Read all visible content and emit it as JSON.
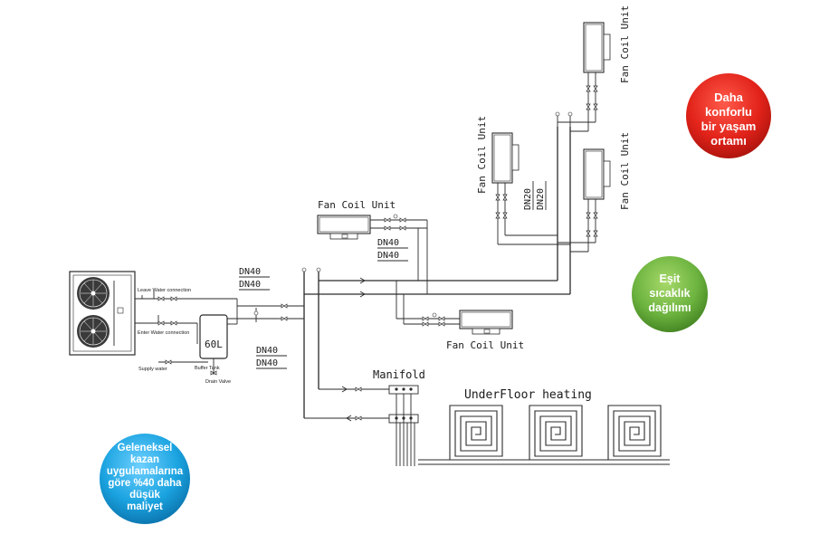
{
  "labels": {
    "fcu_mid": "Fan Coil Unit",
    "fcu_lower": "Fan Coil Unit",
    "fcu_vertical_left": "Fan Coil Unit",
    "fcu_vertical_top": "Fan Coil Unit",
    "fcu_vertical_right": "Fan Coil Unit",
    "dn20_a": "DN20",
    "dn20_b": "DN20",
    "dn40_mid_a": "DN40",
    "dn40_mid_b": "DN40",
    "dn40_left_a": "DN40",
    "dn40_left_b": "DN40",
    "dn40_low_a": "DN40",
    "dn40_low_b": "DN40",
    "tank_volume": "60L",
    "manifold": "Manifold",
    "underfloor": "UnderFloor heating",
    "leave_water": "Leave Water connection",
    "enter_water": "Enter Water connection",
    "supply_water": "Supply water",
    "buffer_tank": "Buffer Tank",
    "drain_valve": "Drain Valve"
  },
  "badges": {
    "red": {
      "lines": [
        "Daha",
        "konforlu",
        "bir yaşam",
        "ortamı"
      ],
      "color": "#e2231a"
    },
    "green": {
      "lines": [
        "Eşit",
        "sıcaklık",
        "dağılımı"
      ],
      "color": "#6cb33f"
    },
    "blue": {
      "lines": [
        "Geleneksel",
        "kazan",
        "uygulamalarına",
        "göre %40 daha",
        "düşük",
        "maliyet"
      ],
      "color": "#1aa3e0"
    }
  }
}
